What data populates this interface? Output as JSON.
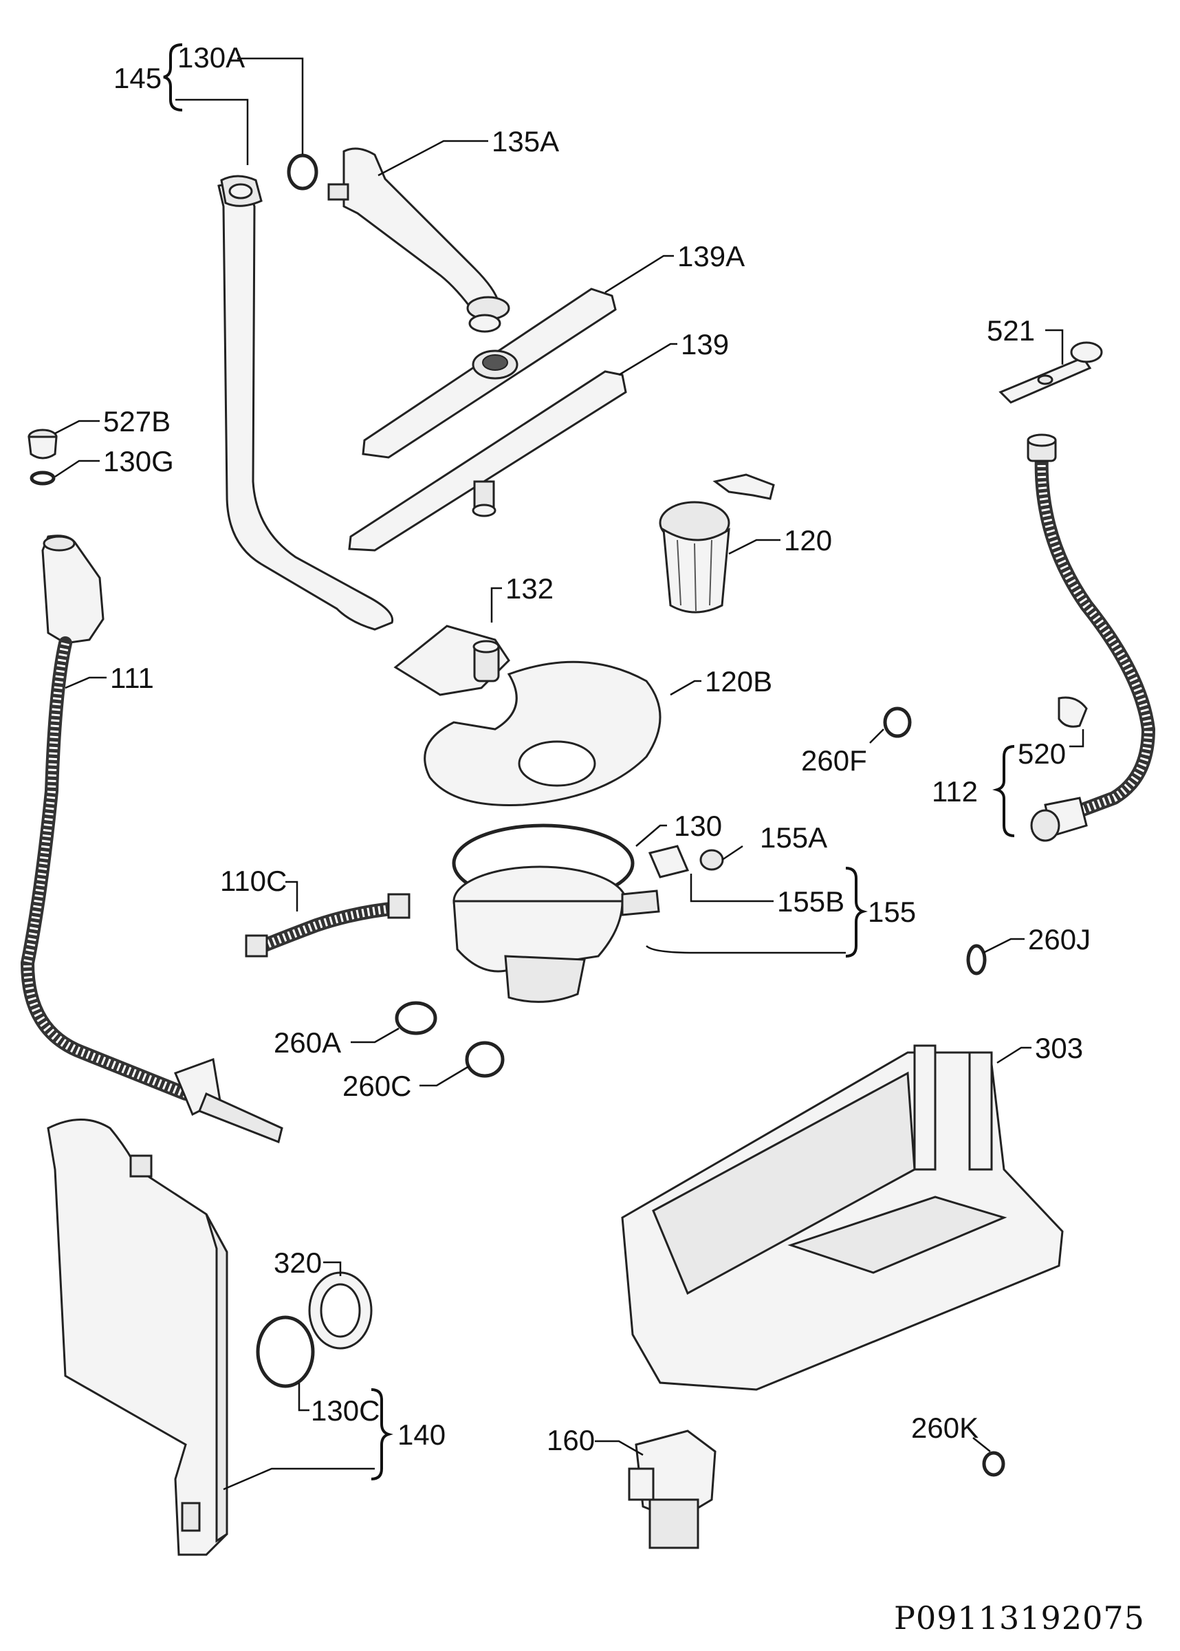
{
  "labels": {
    "l145": "145",
    "l130a": "130A",
    "l135a": "135A",
    "l139a": "139A",
    "l139": "139",
    "l521": "521",
    "l527b": "527B",
    "l130g": "130G",
    "l120": "120",
    "l132": "132",
    "l111": "111",
    "l120b": "120B",
    "l260f": "260F",
    "l520": "520",
    "l112": "112",
    "l130": "130",
    "l155a": "155A",
    "l110c": "110C",
    "l155b": "155B",
    "l155": "155",
    "l260j": "260J",
    "l260a": "260A",
    "l303": "303",
    "l260c": "260C",
    "l320": "320",
    "l130c": "130C",
    "l140": "140",
    "l160": "160",
    "l260k": "260K"
  },
  "drawing_code": "P09113192075"
}
